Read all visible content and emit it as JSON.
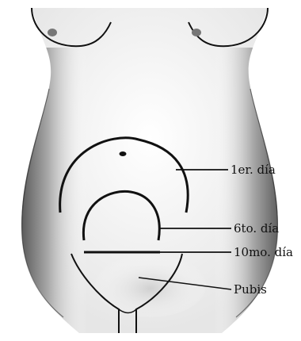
{
  "colors": {
    "line": "#111111",
    "shade_dark": "#5a5a5a",
    "skin": "#ffffff"
  },
  "labels": {
    "day1": "1er. día",
    "day6": "6to. día",
    "day10": "10mo. día",
    "pubis": "Pubis"
  }
}
